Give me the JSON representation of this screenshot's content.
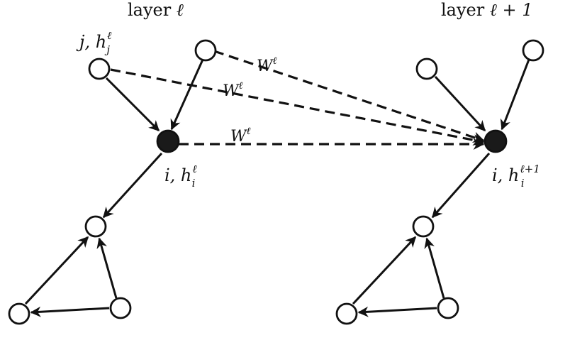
{
  "diagram": {
    "header_left": {
      "text": "layer ",
      "symbol": "ℓ"
    },
    "header_right": {
      "text": "layer ",
      "symbol": "ℓ + 1"
    },
    "label_j": {
      "base": "j, h",
      "sub": "j",
      "sup": "ℓ"
    },
    "label_i_left": {
      "base": "i, h",
      "sub": "i",
      "sup": "ℓ"
    },
    "label_i_right": {
      "base": "i, h",
      "sub": "i",
      "sup": "ℓ+1"
    },
    "weight_labels": [
      {
        "base": "W",
        "sup": "ℓ"
      },
      {
        "base": "W",
        "sup": "ℓ"
      },
      {
        "base": "W",
        "sup": "ℓ"
      }
    ],
    "colors": {
      "ink": "#111111",
      "solid_node": "#1a1a1a",
      "background": "#ffffff"
    }
  }
}
